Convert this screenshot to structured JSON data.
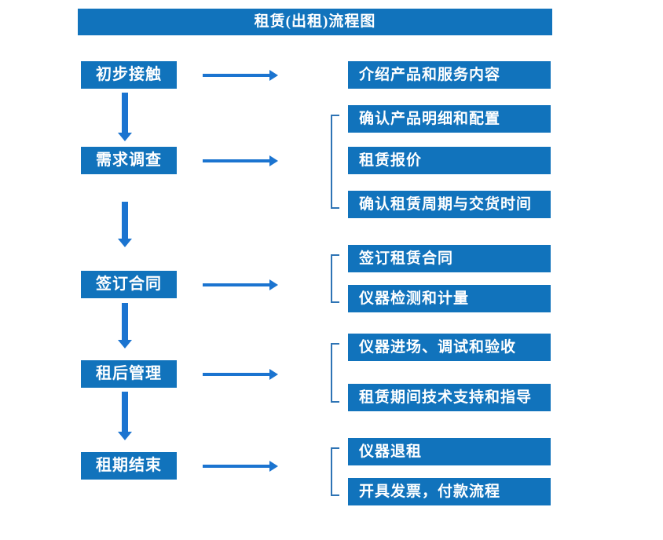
{
  "title": "租赁(出租)流程图",
  "colors": {
    "box_fill": "#1173BC",
    "arrow": "#1B74D0",
    "bracket": "#2E74B5",
    "box_text": "#FFFFFF",
    "background": "#FFFFFF"
  },
  "stages": [
    {
      "label": "初步接触",
      "details": [
        "介绍产品和服务内容"
      ]
    },
    {
      "label": "需求调查",
      "details": [
        "确认产品明细和配置",
        "租赁报价",
        "确认租赁周期与交货时间"
      ]
    },
    {
      "label": "签订合同",
      "details": [
        "签订租赁合同",
        "仪器检测和计量"
      ]
    },
    {
      "label": "租后管理",
      "details": [
        "仪器进场、调试和验收",
        "租赁期间技术支持和指导"
      ]
    },
    {
      "label": "租期结束",
      "details": [
        "仪器退租",
        "开具发票，付款流程"
      ]
    }
  ]
}
